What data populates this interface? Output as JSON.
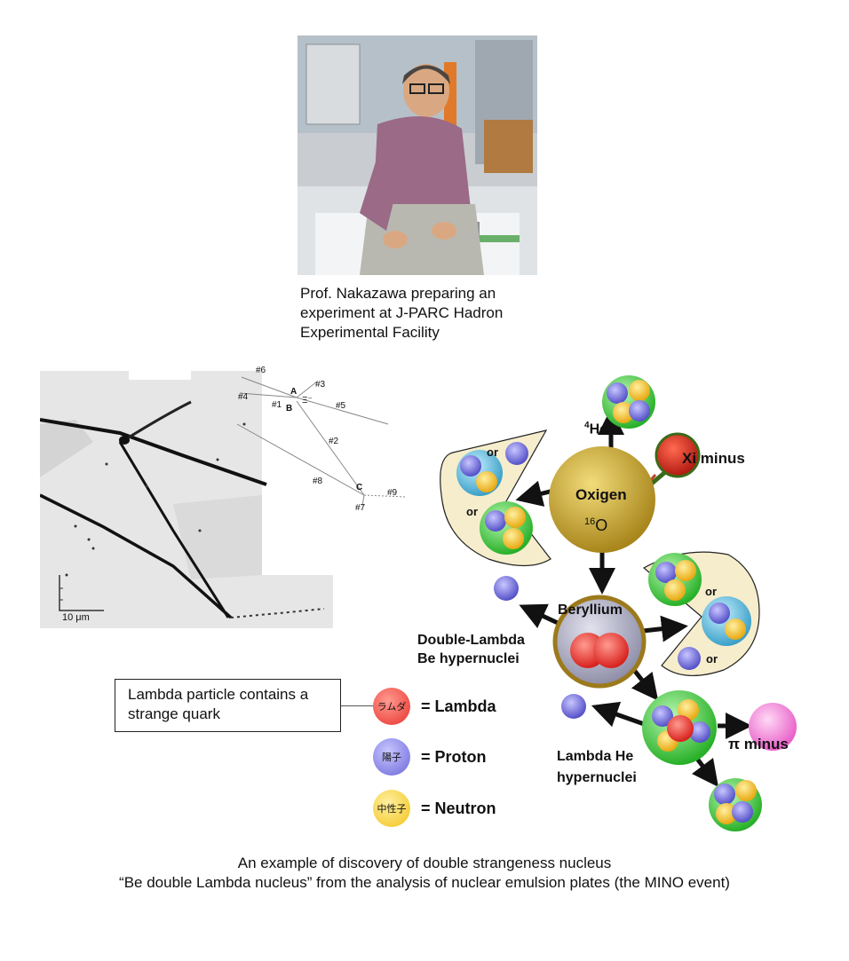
{
  "photo": {
    "caption": "Prof. Nakazawa preparing an experiment at J-PARC Hadron Experimental Facility"
  },
  "emulsion": {
    "scale_label": "10 μm"
  },
  "tracks": {
    "labels": [
      "#6",
      "#3",
      "#4",
      "#1",
      "A",
      "B",
      "Ξ⁻",
      "#5",
      "#2",
      "#8",
      "C",
      "#9",
      "#7"
    ]
  },
  "diagram": {
    "oxygen_label": "Oxigen",
    "oxygen_mass": "16",
    "oxygen_symbol": "O",
    "xi_label": "Xi minus",
    "he4_mass": "4",
    "he4_symbol": "He",
    "or_label": "or",
    "beryllium_label": "Beryllium",
    "double_lambda_line1": "Double-Lambda",
    "double_lambda_line2": "Be hypernuclei",
    "lambda_he_line1": "Lambda He",
    "lambda_he_line2": "hypernuclei",
    "pi_minus_label": "π minus",
    "proton_jp": "陽子",
    "neutron_jp": "中性子",
    "lambda_jp": "ラムダ"
  },
  "lambda_box": {
    "text": "Lambda particle contains a strange quark"
  },
  "legend": [
    {
      "jp": "ラムダ",
      "label": "= Lambda",
      "color": "#e8322c"
    },
    {
      "jp": "陽子",
      "label": "= Proton",
      "color": "#6a66d8"
    },
    {
      "jp": "中性子",
      "label": "= Neutron",
      "color": "#f2c21a"
    }
  ],
  "caption": {
    "line1": "An example of discovery of double strangeness nucleus",
    "line2": "“Be double Lambda nucleus” from the analysis of nuclear emulsion plates (the MINO event)"
  },
  "colors": {
    "oxygen": "#b8962a",
    "xi": "#c0201c",
    "proton": "#6a66d8",
    "neutron": "#f2c21a",
    "lambda": "#e8322c",
    "pi": "#f07ad8",
    "cluster_green": "#3cc83c",
    "cluster_cyan": "#5ab8d8",
    "panel": "#f6edcc"
  }
}
